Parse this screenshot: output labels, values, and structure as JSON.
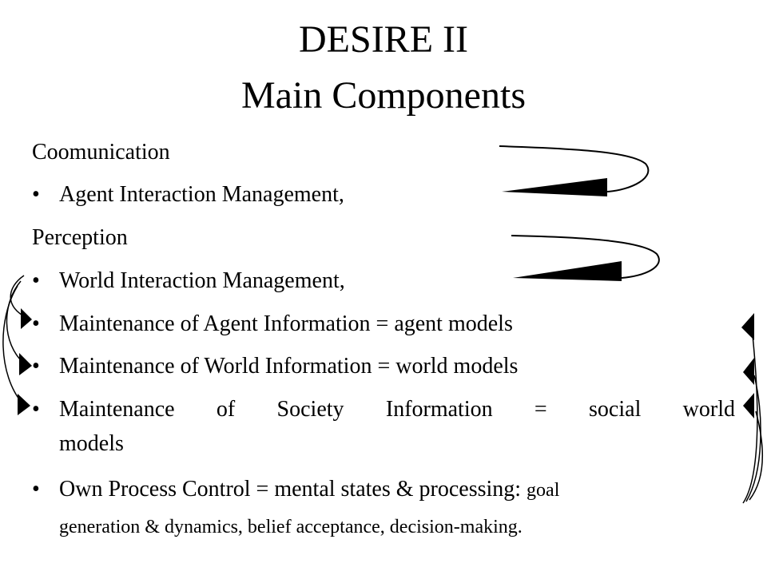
{
  "slide": {
    "title_line1": "DESIRE II",
    "title_line2": "Main Components"
  },
  "items": {
    "heading1": "Coomunication",
    "bullet1": "Agent Interaction Management,",
    "heading2": "Perception",
    "bullet2": "World Interaction Management,",
    "bullet3": "Maintenance of Agent Information = agent models",
    "bullet4": "Maintenance of World Information = world models",
    "bullet5_line1": "Maintenance of Society Information = social world",
    "bullet5_line2": "models",
    "bullet6_main": "Own Process Control = mental states & processing:",
    "bullet6_small1": "goal",
    "bullet6_line2": "generation & dynamics, belief acceptance, decision-making."
  },
  "bullet_glyph": "•"
}
